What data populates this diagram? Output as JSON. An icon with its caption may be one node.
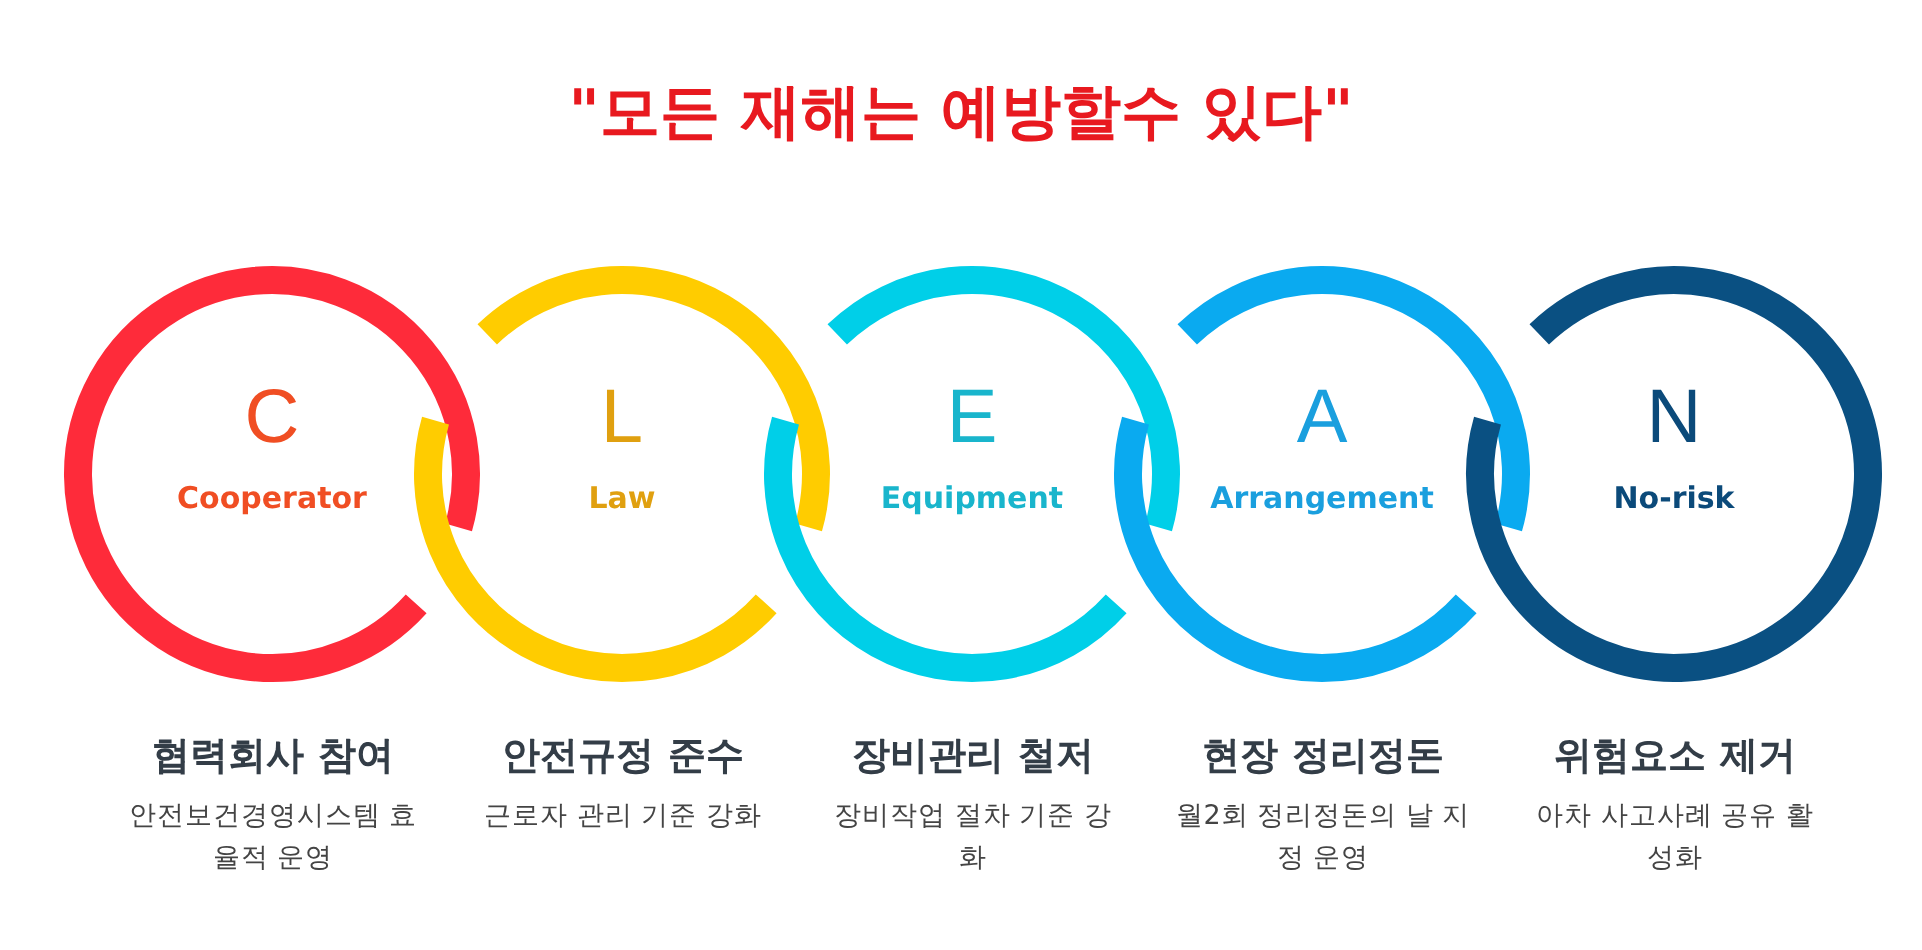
{
  "diagram": {
    "title": "\"모든 재해는 예방할수 있다\"",
    "nodes": [
      {
        "text": [
          "C",
          "Cooperator"
        ],
        "beside": [
          "협력회사 참여",
          "안전보건경영시스템 효율적 운영"
        ]
      },
      {
        "text": [
          "L",
          "Law"
        ],
        "beside": [
          "안전규정 준수",
          "근로자 관리 기준 강화"
        ]
      },
      {
        "text": [
          "E",
          "Equipment"
        ],
        "beside": [
          "장비관리 철저",
          "장비작업 절차 기준 강화"
        ]
      },
      {
        "text": [
          "A",
          "Arrangement"
        ],
        "beside": [
          "현장 정리정돈",
          "월2회 정리정돈의 날 지정 운영"
        ]
      },
      {
        "text": [
          "N",
          "No-risk"
        ],
        "beside": [
          "위험요소 제거",
          "아차 사고사례 공유 활성화"
        ]
      }
    ]
  }
}
